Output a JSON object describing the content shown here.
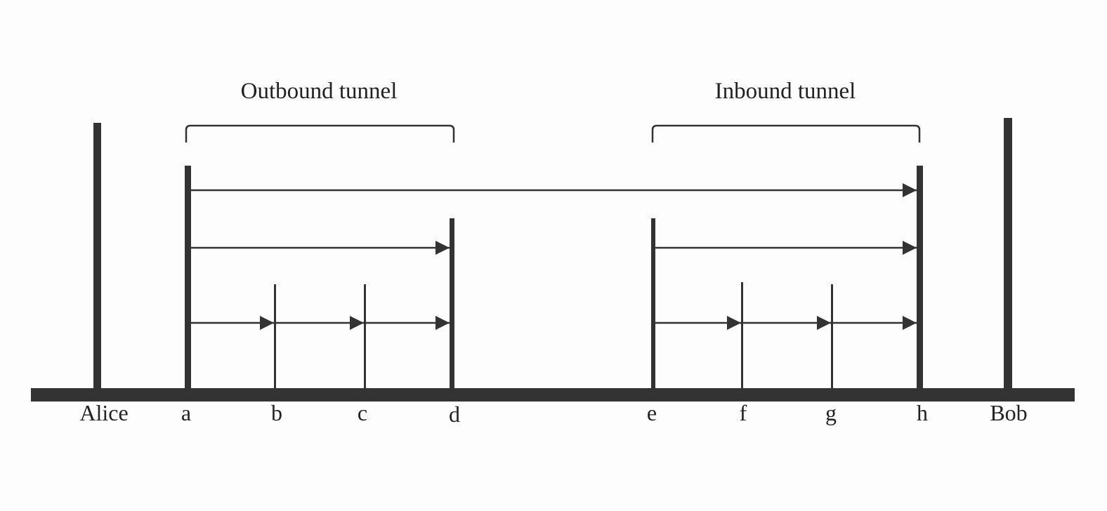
{
  "diagram": {
    "colors": {
      "ink": "#333333",
      "text": "#222222",
      "background": "#fdfdfd"
    },
    "tunnels": [
      {
        "id": "outbound",
        "label": "Outbound tunnel"
      },
      {
        "id": "inbound",
        "label": "Inbound tunnel"
      }
    ],
    "nodes": [
      {
        "id": "alice",
        "label": "Alice"
      },
      {
        "id": "a",
        "label": "a"
      },
      {
        "id": "b",
        "label": "b"
      },
      {
        "id": "c",
        "label": "c"
      },
      {
        "id": "d",
        "label": "d"
      },
      {
        "id": "e",
        "label": "e"
      },
      {
        "id": "f",
        "label": "f"
      },
      {
        "id": "g",
        "label": "g"
      },
      {
        "id": "h",
        "label": "h"
      },
      {
        "id": "bob",
        "label": "Bob"
      }
    ],
    "arrows": [
      {
        "from": "a",
        "to": "h"
      },
      {
        "from": "a",
        "to": "d"
      },
      {
        "from": "e",
        "to": "h"
      },
      {
        "from": "a",
        "to": "b"
      },
      {
        "from": "b",
        "to": "c"
      },
      {
        "from": "c",
        "to": "d"
      },
      {
        "from": "e",
        "to": "f"
      },
      {
        "from": "f",
        "to": "g"
      },
      {
        "from": "g",
        "to": "h"
      }
    ]
  }
}
